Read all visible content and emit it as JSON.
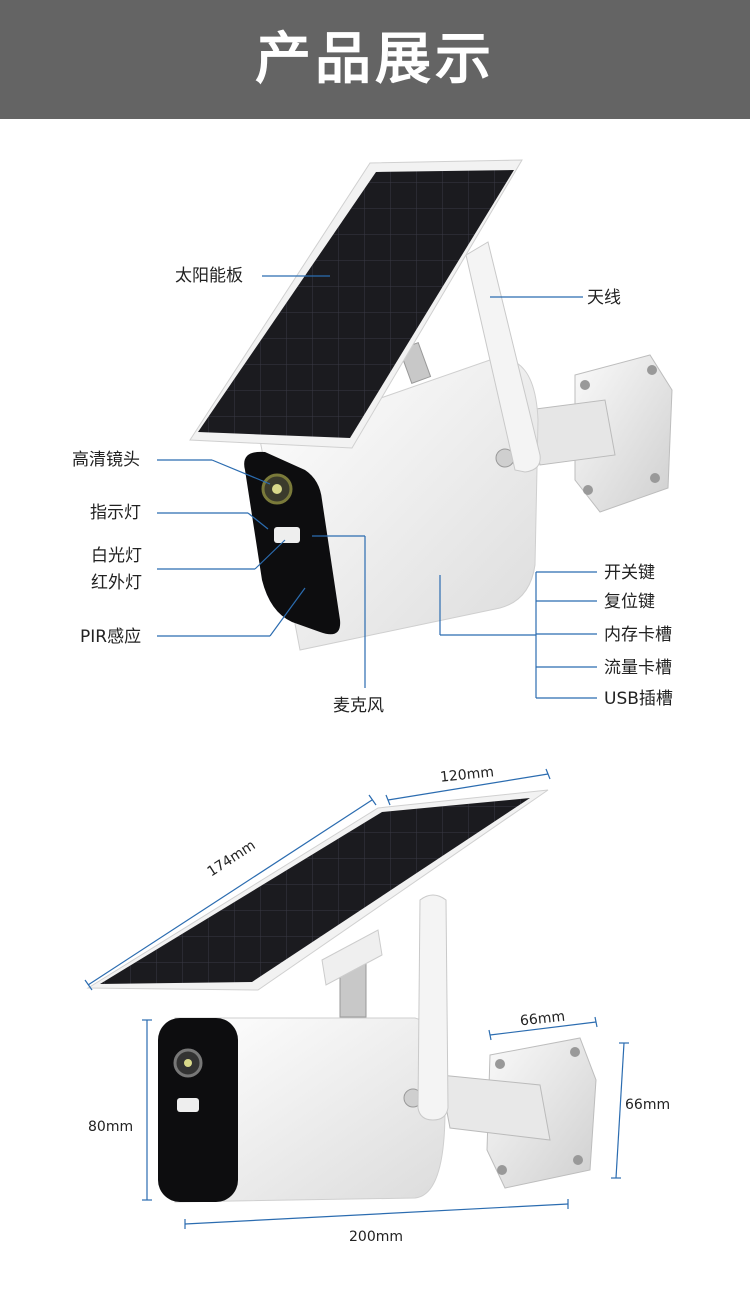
{
  "header": {
    "title": "产品展示"
  },
  "callouts": {
    "solar_panel": "太阳能板",
    "antenna": "天线",
    "hd_lens": "高清镜头",
    "indicator_light": "指示灯",
    "white_light": "白光灯",
    "infrared_light": "红外灯",
    "pir_sensor": "PIR感应",
    "microphone": "麦克风",
    "power_key": "开关键",
    "reset_key": "复位键",
    "memory_card_slot": "内存卡槽",
    "data_card_slot": "流量卡槽",
    "usb_slot": "USB插槽"
  },
  "dimensions": {
    "panel_width": "120mm",
    "panel_length": "174mm",
    "mount_width": "66mm",
    "mount_height": "66mm",
    "camera_height": "80mm",
    "camera_length": "200mm"
  },
  "colors": {
    "header_bg": "#646464",
    "leader_line": "#2b6cb0",
    "accent_blue": "#1f5fbf"
  }
}
